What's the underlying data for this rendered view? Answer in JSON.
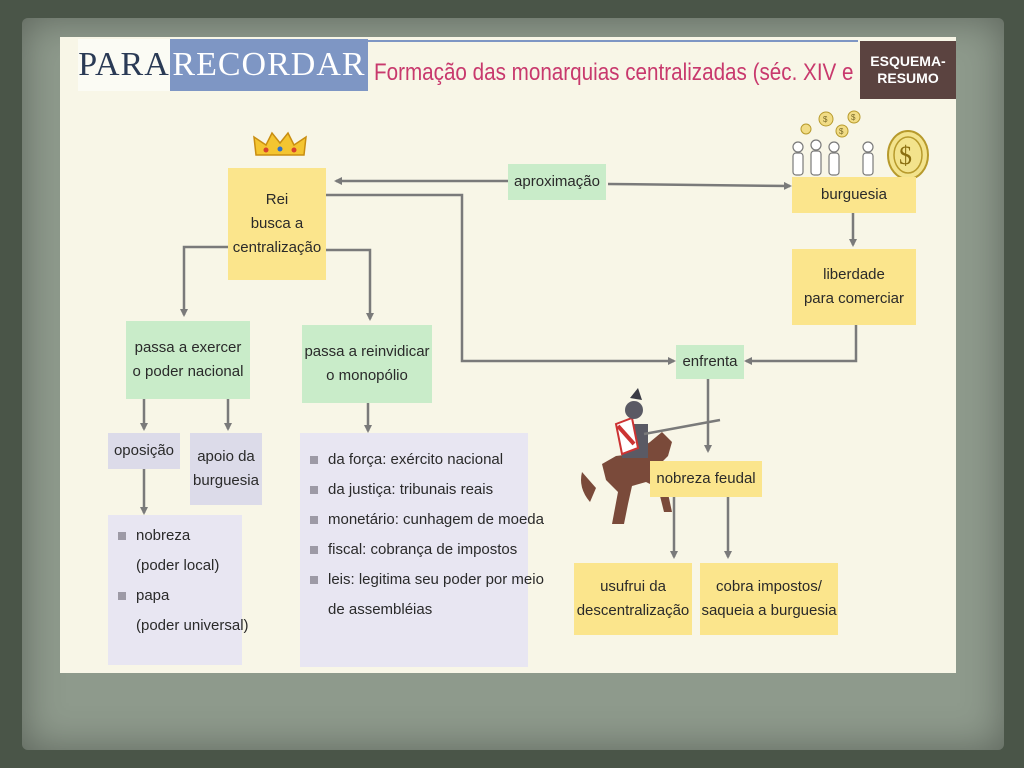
{
  "header": {
    "para": "PARA",
    "recordar": "RECORDAR",
    "title": "Formação das monarquias centralizadas (séc. XIV e XV)",
    "badge_line1": "ESQUEMA-",
    "badge_line2": "RESUMO"
  },
  "nodes": {
    "rei": [
      "Rei",
      "busca a",
      "centralização"
    ],
    "aproximacao": "aproximação",
    "burguesia": "burguesia",
    "liberdade": [
      "liberdade",
      "para comerciar"
    ],
    "enfrenta": "enfrenta",
    "exercer": [
      "passa a exercer",
      "o poder nacional"
    ],
    "reinvidicar": [
      "passa a reinvidicar",
      "o monopólio"
    ],
    "oposicao": "oposição",
    "apoio": [
      "apoio da",
      "burguesia"
    ],
    "oposicao_list": [
      "nobreza",
      "(poder local)",
      "papa",
      "(poder universal)"
    ],
    "monopolio_list": [
      "da força: exército nacional",
      "da justiça: tribunais reais",
      "monetário: cunhagem de moeda",
      "fiscal: cobrança de impostos",
      "leis: legitima seu poder por meio",
      "de assembléias"
    ],
    "nobreza_feudal": "nobreza feudal",
    "usufrui": [
      "usufrui da",
      "descentralização"
    ],
    "cobra": [
      "cobra impostos/",
      "saqueia a burguesia"
    ]
  },
  "icons": [
    "crown-icon",
    "bourgeoisie-coins-icon",
    "dollar-coin-icon",
    "knight-on-horse-icon"
  ],
  "colors": {
    "yellow_box": "#fbe58c",
    "green_box": "#c9ecc9",
    "lavender_box": "#e8e6f2",
    "title": "#c8396d",
    "banner_blue": "#7e96c4",
    "badge": "#5b4340",
    "arrow": "#7a7a7a"
  }
}
